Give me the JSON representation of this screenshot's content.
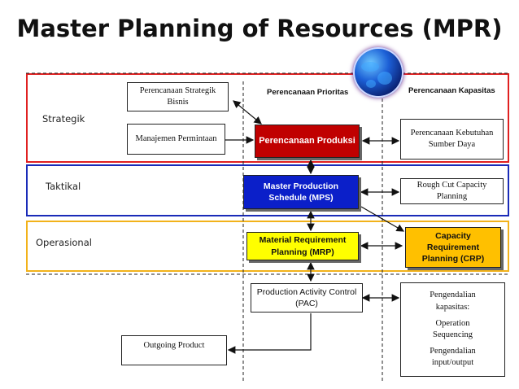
{
  "title": "Master Planning of Resources (MPR)",
  "levels": {
    "strategic": "Strategik",
    "tactical": "Taktikal",
    "operational": "Operasional"
  },
  "headers": {
    "priority": "Perencanaan  Prioritas",
    "capacity": "Perencanaan  Kapasitas"
  },
  "boxes": {
    "strategic_business_planning": "Perencanaan  Strategik Bisnis",
    "demand_management": "Manajemen Permintaan",
    "production_planning": "Perencanaan Produksi",
    "resource_requirements_planning": "Perencanaan Kebutuhan Sumber Daya",
    "mps": "Master Production Schedule (MPS)",
    "rough_cut_capacity_planning": "Rough Cut Capacity Planning",
    "mrp": "Material Requirement Planning (MRP)",
    "crp": "Capacity Requirement Planning (CRP)",
    "pac": "Production Activity Control (PAC)",
    "capacity_control_title": "Pengendalian kapasitas:",
    "operation_sequencing": "Operation Sequencing",
    "input_output_control": "Pengendalian input/output",
    "outgoing_product": "Outgoing Product"
  },
  "colors": {
    "strategic_band": "#e02020",
    "tactical_band": "#1a2bb8",
    "operational_band": "#f2b21a",
    "production_planning_fill": "#c00000",
    "mps_fill": "#0b1fc9",
    "mrp_fill": "#ffff00",
    "crp_fill": "#ffc000"
  },
  "icons": {
    "globe": "globe-icon"
  }
}
